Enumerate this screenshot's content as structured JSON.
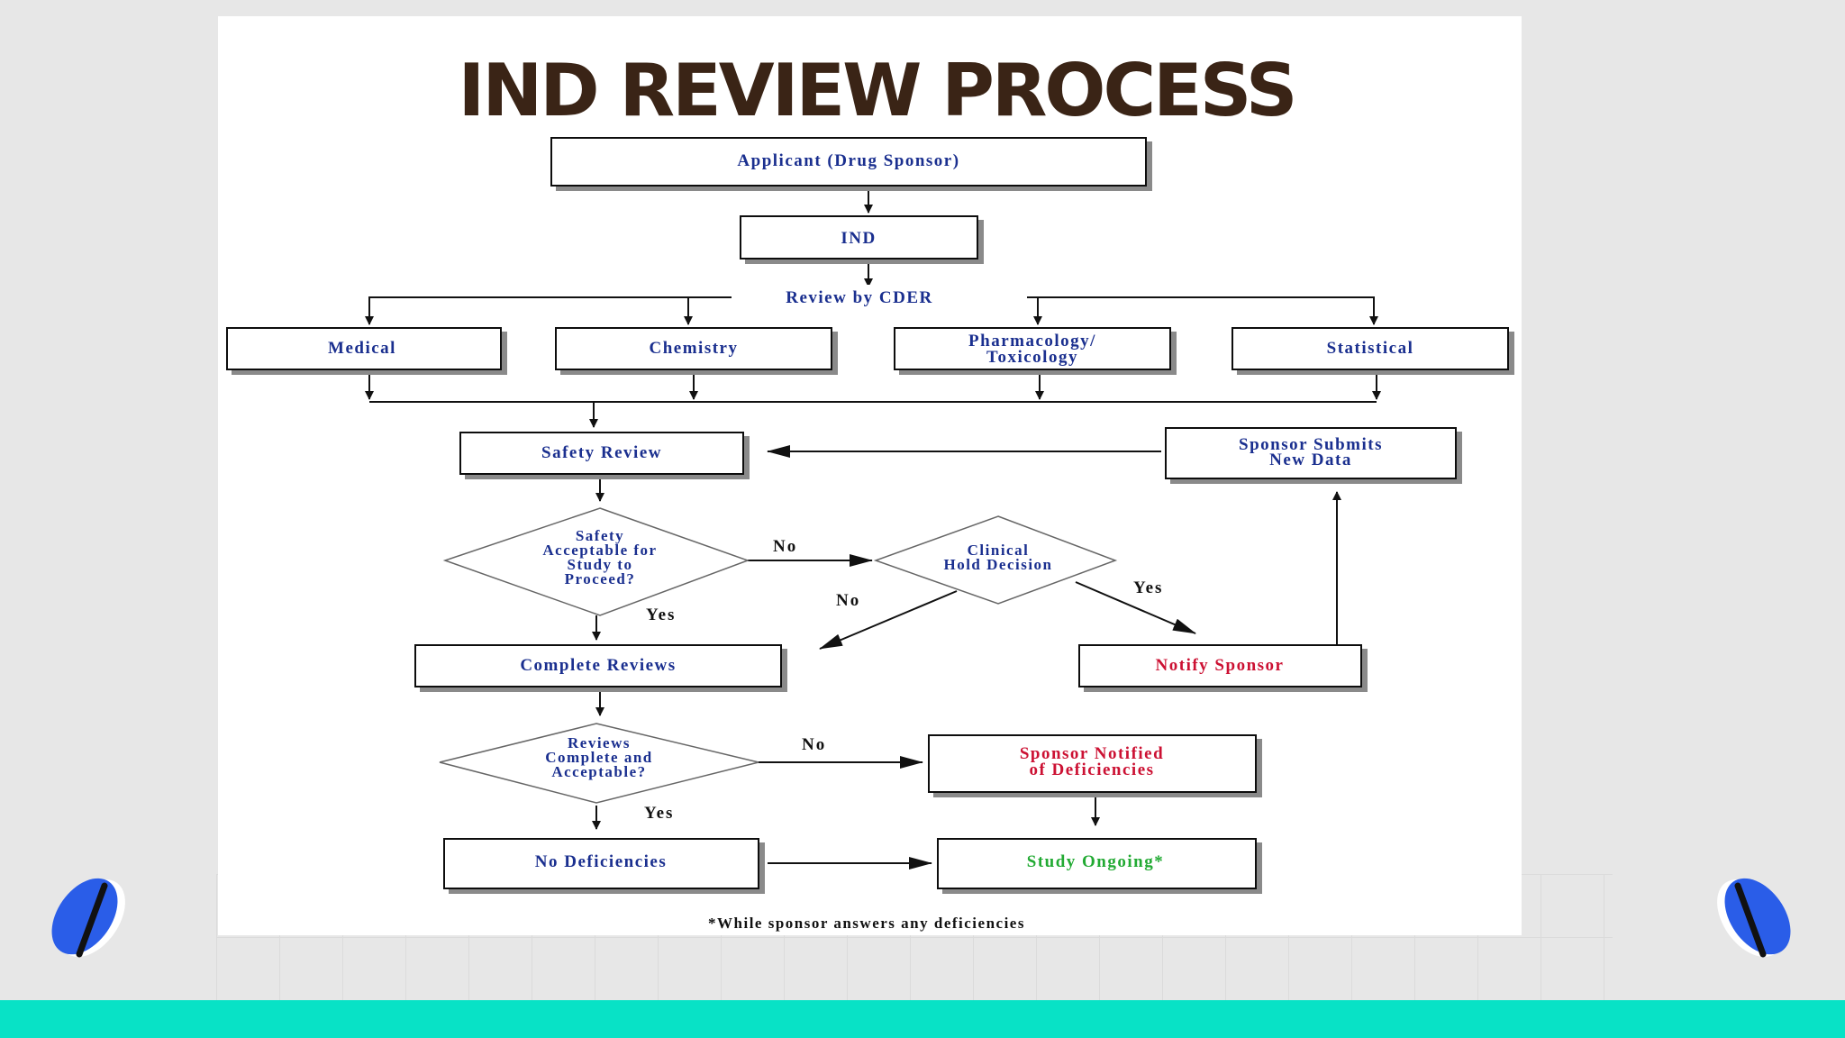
{
  "title": "IND REVIEW PROCESS",
  "nodes": {
    "applicant": "Applicant (Drug Sponsor)",
    "ind": "IND",
    "review_by_cder": "Review by CDER",
    "medical": "Medical",
    "chemistry": "Chemistry",
    "pharmacology_line1": "Pharmacology/",
    "pharmacology_line2": "Toxicology",
    "statistical": "Statistical",
    "safety_review": "Safety Review",
    "sponsor_submits_line1": "Sponsor Submits",
    "sponsor_submits_line2": "New Data",
    "safety_acceptable_line1": "Safety",
    "safety_acceptable_line2": "Acceptable for",
    "safety_acceptable_line3": "Study to",
    "safety_acceptable_line4": "Proceed?",
    "clinical_hold_line1": "Clinical",
    "clinical_hold_line2": "Hold Decision",
    "complete_reviews": "Complete Reviews",
    "notify_sponsor": "Notify Sponsor",
    "reviews_complete_line1": "Reviews",
    "reviews_complete_line2": "Complete and",
    "reviews_complete_line3": "Acceptable?",
    "sponsor_notified_line1": "Sponsor Notified",
    "sponsor_notified_line2": "of Deficiencies",
    "no_deficiencies": "No Deficiencies",
    "study_ongoing": "Study Ongoing*"
  },
  "edge_labels": {
    "safety_no": "No",
    "safety_yes": "Yes",
    "hold_no": "No",
    "hold_yes": "Yes",
    "reviews_no": "No",
    "reviews_yes": "Yes"
  },
  "footnote": "*While sponsor answers any deficiencies",
  "colors": {
    "title": "#3a2416",
    "box_text": "#1a2f8f",
    "alert_text": "#cc1133",
    "ok_text": "#22aa33",
    "accent_blue": "#2a5de8",
    "teal_bar": "#08e2c6"
  },
  "icons": {
    "left": "pen-badge-icon",
    "right": "pen-badge-icon"
  }
}
